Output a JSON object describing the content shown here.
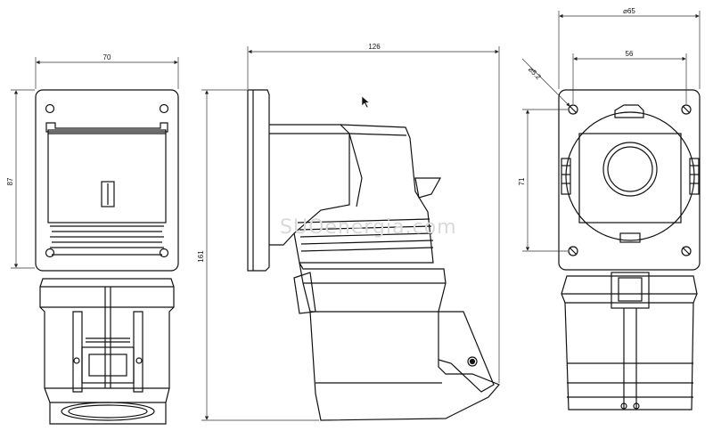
{
  "dimensions": {
    "front_width": "70",
    "front_height": "87",
    "side_length": "126",
    "side_height": "161",
    "rear_diameter": "⌀65",
    "rear_spacing_x": "56",
    "rear_spacing_y": "71",
    "hole_diameter": "⌀5.2"
  },
  "watermark": "SUOenergia.com",
  "colors": {
    "line": "#111111",
    "dim_line": "#333333",
    "watermark": "#d9d9d9"
  },
  "icons": {
    "cursor": "arrow-cursor-icon"
  }
}
